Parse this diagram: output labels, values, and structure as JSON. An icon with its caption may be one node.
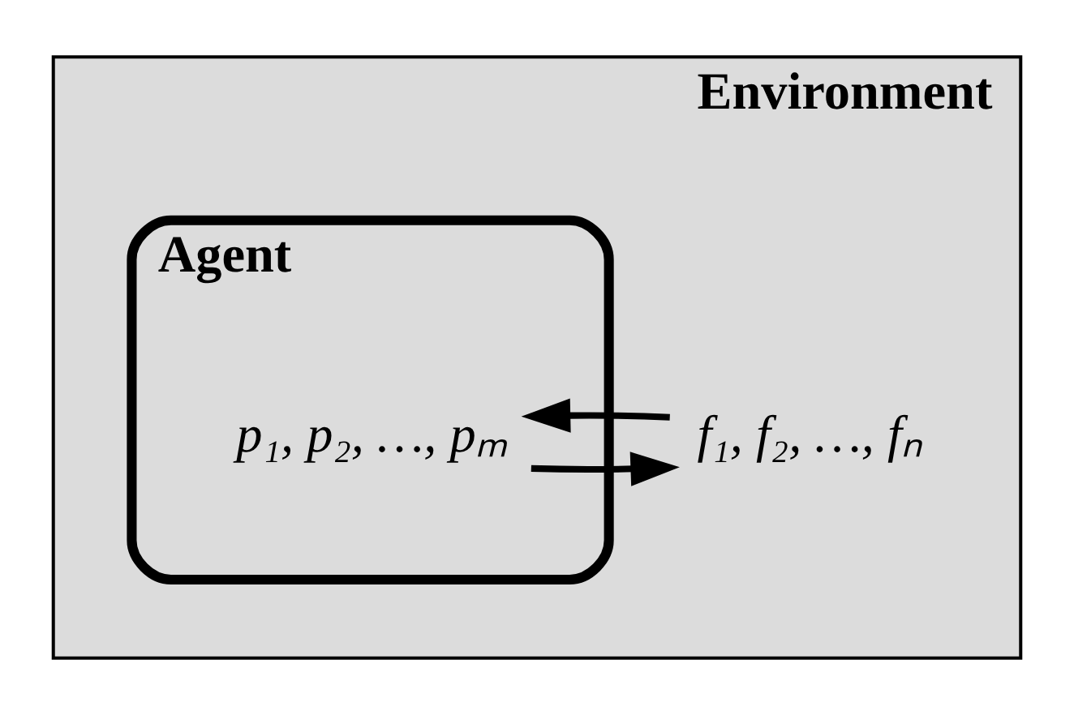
{
  "diagram": {
    "nodes": [
      {
        "text": [
          "Environment"
        ]
      },
      {
        "text": [
          "Agent"
        ],
        "in": 0
      },
      {
        "text": [
          "p₁, p₂, …, pₘ"
        ],
        "in": 1
      },
      {
        "text": [
          "f₁, f₂, …, fₙ"
        ],
        "in": 0
      }
    ],
    "edges": [
      {
        "from": 2,
        "to": 3,
        "arrow": "to"
      },
      {
        "from": 3,
        "to": 2,
        "arrow": "to"
      }
    ]
  }
}
